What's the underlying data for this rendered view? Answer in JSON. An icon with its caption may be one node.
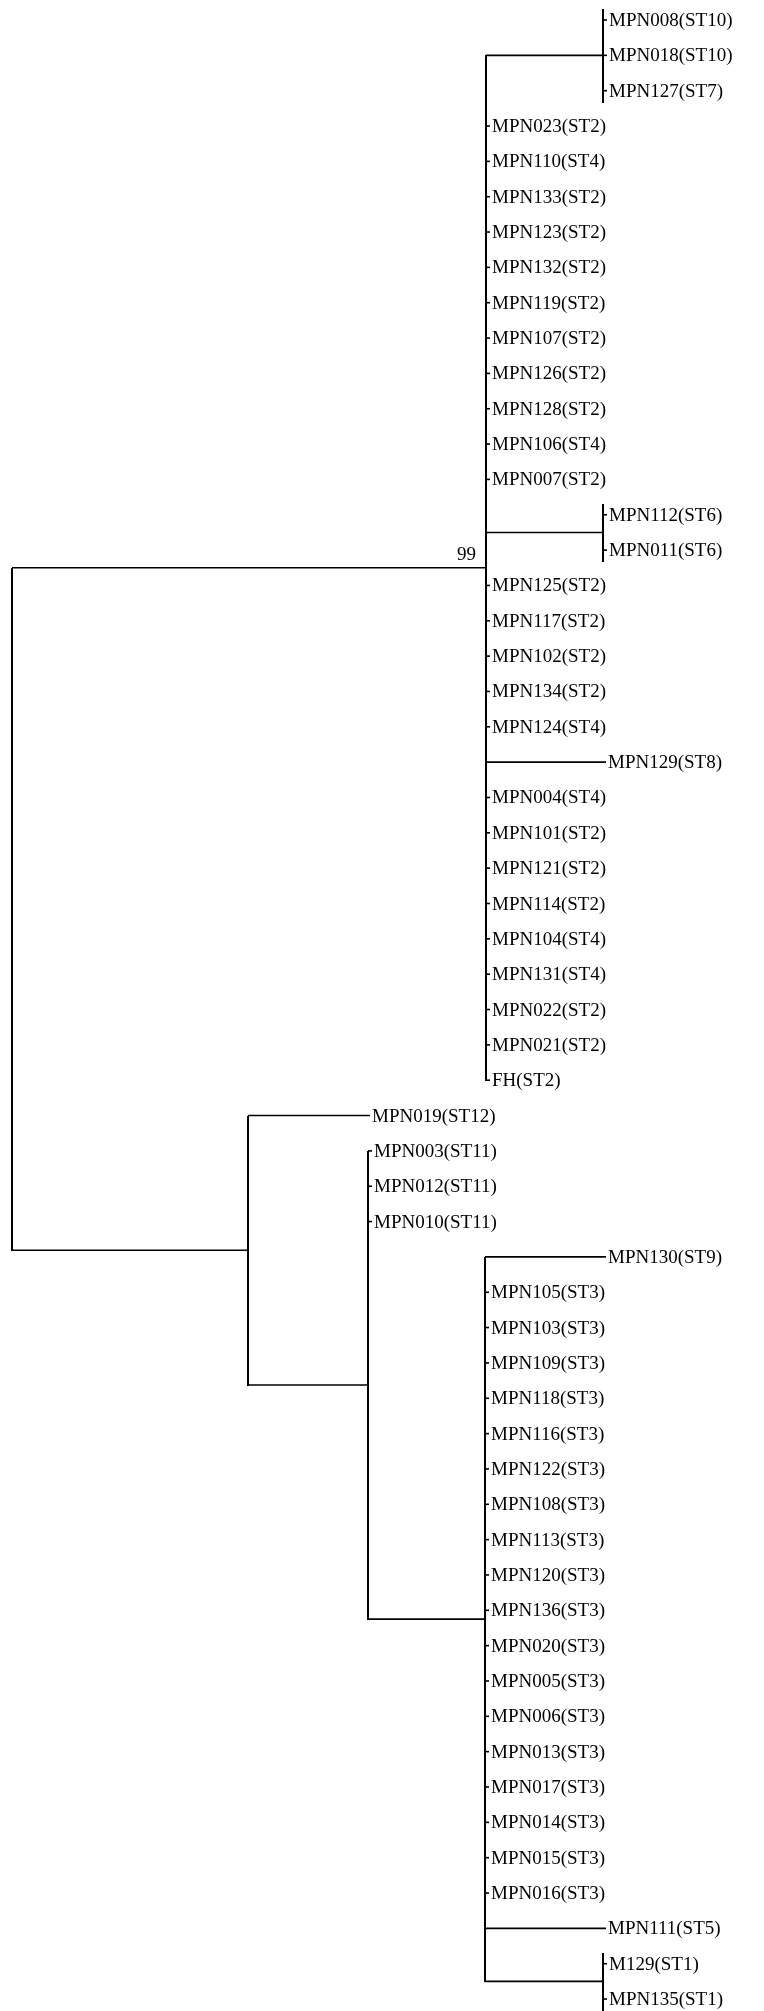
{
  "diagram": {
    "nodes": [
      {
        "text": [],
        "shape": "bar"
      },
      {
        "text": [],
        "shape": "bar",
        "beside": [
          "99"
        ]
      },
      {
        "text": [],
        "shape": "bar"
      },
      {
        "text": [
          "MPN008(ST10)"
        ]
      },
      {
        "text": [
          "MPN018(ST10)"
        ]
      },
      {
        "text": [
          "MPN127(ST7)"
        ]
      },
      {
        "text": [
          "MPN023(ST2)"
        ]
      },
      {
        "text": [
          "MPN110(ST4)"
        ]
      },
      {
        "text": [
          "MPN133(ST2)"
        ]
      },
      {
        "text": [
          "MPN123(ST2)"
        ]
      },
      {
        "text": [
          "MPN132(ST2)"
        ]
      },
      {
        "text": [
          "MPN119(ST2)"
        ]
      },
      {
        "text": [
          "MPN107(ST2)"
        ]
      },
      {
        "text": [
          "MPN126(ST2)"
        ]
      },
      {
        "text": [
          "MPN128(ST2)"
        ]
      },
      {
        "text": [
          "MPN106(ST4)"
        ]
      },
      {
        "text": [
          "MPN007(ST2)"
        ]
      },
      {
        "text": [],
        "shape": "bar"
      },
      {
        "text": [
          "MPN112(ST6)"
        ]
      },
      {
        "text": [
          "MPN011(ST6)"
        ]
      },
      {
        "text": [
          "MPN125(ST2)"
        ]
      },
      {
        "text": [
          "MPN117(ST2)"
        ]
      },
      {
        "text": [
          "MPN102(ST2)"
        ]
      },
      {
        "text": [
          "MPN134(ST2)"
        ]
      },
      {
        "text": [
          "MPN124(ST4)"
        ]
      },
      {
        "text": [
          "MPN129(ST8)"
        ]
      },
      {
        "text": [
          "MPN004(ST4)"
        ]
      },
      {
        "text": [
          "MPN101(ST2)"
        ]
      },
      {
        "text": [
          "MPN121(ST2)"
        ]
      },
      {
        "text": [
          "MPN114(ST2)"
        ]
      },
      {
        "text": [
          "MPN104(ST4)"
        ]
      },
      {
        "text": [
          "MPN131(ST4)"
        ]
      },
      {
        "text": [
          "MPN022(ST2)"
        ]
      },
      {
        "text": [
          "MPN021(ST2)"
        ]
      },
      {
        "text": [
          "FH(ST2)"
        ]
      },
      {
        "text": [],
        "shape": "bar"
      },
      {
        "text": [
          "MPN019(ST12)"
        ]
      },
      {
        "text": [],
        "shape": "bar"
      },
      {
        "text": [
          "MPN003(ST11)"
        ]
      },
      {
        "text": [
          "MPN012(ST11)"
        ]
      },
      {
        "text": [
          "MPN010(ST11)"
        ]
      },
      {
        "text": [],
        "shape": "bar"
      },
      {
        "text": [
          "MPN130(ST9)"
        ]
      },
      {
        "text": [
          "MPN105(ST3)"
        ]
      },
      {
        "text": [
          "MPN103(ST3)"
        ]
      },
      {
        "text": [
          "MPN109(ST3)"
        ]
      },
      {
        "text": [
          "MPN118(ST3)"
        ]
      },
      {
        "text": [
          "MPN116(ST3)"
        ]
      },
      {
        "text": [
          "MPN122(ST3)"
        ]
      },
      {
        "text": [
          "MPN108(ST3)"
        ]
      },
      {
        "text": [
          "MPN113(ST3)"
        ]
      },
      {
        "text": [
          "MPN120(ST3)"
        ]
      },
      {
        "text": [
          "MPN136(ST3)"
        ]
      },
      {
        "text": [
          "MPN020(ST3)"
        ]
      },
      {
        "text": [
          "MPN005(ST3)"
        ]
      },
      {
        "text": [
          "MPN006(ST3)"
        ]
      },
      {
        "text": [
          "MPN013(ST3)"
        ]
      },
      {
        "text": [
          "MPN017(ST3)"
        ]
      },
      {
        "text": [
          "MPN014(ST3)"
        ]
      },
      {
        "text": [
          "MPN015(ST3)"
        ]
      },
      {
        "text": [
          "MPN016(ST3)"
        ]
      },
      {
        "text": [
          "MPN111(ST5)"
        ]
      },
      {
        "text": [],
        "shape": "bar"
      },
      {
        "text": [
          "M129(ST1)"
        ]
      },
      {
        "text": [
          "MPN135(ST1)"
        ]
      }
    ],
    "edges": [
      {
        "from": 0,
        "to": 1,
        "arrow": "none"
      },
      {
        "from": 1,
        "to": 2,
        "arrow": "none"
      },
      {
        "from": 2,
        "to": 3,
        "arrow": "none"
      },
      {
        "from": 2,
        "to": 4,
        "arrow": "none"
      },
      {
        "from": 2,
        "to": 5,
        "arrow": "none"
      },
      {
        "from": 1,
        "to": 6,
        "arrow": "none"
      },
      {
        "from": 1,
        "to": 7,
        "arrow": "none"
      },
      {
        "from": 1,
        "to": 8,
        "arrow": "none"
      },
      {
        "from": 1,
        "to": 9,
        "arrow": "none"
      },
      {
        "from": 1,
        "to": 10,
        "arrow": "none"
      },
      {
        "from": 1,
        "to": 11,
        "arrow": "none"
      },
      {
        "from": 1,
        "to": 12,
        "arrow": "none"
      },
      {
        "from": 1,
        "to": 13,
        "arrow": "none"
      },
      {
        "from": 1,
        "to": 14,
        "arrow": "none"
      },
      {
        "from": 1,
        "to": 15,
        "arrow": "none"
      },
      {
        "from": 1,
        "to": 16,
        "arrow": "none"
      },
      {
        "from": 1,
        "to": 17,
        "arrow": "none"
      },
      {
        "from": 17,
        "to": 18,
        "arrow": "none"
      },
      {
        "from": 17,
        "to": 19,
        "arrow": "none"
      },
      {
        "from": 1,
        "to": 20,
        "arrow": "none"
      },
      {
        "from": 1,
        "to": 21,
        "arrow": "none"
      },
      {
        "from": 1,
        "to": 22,
        "arrow": "none"
      },
      {
        "from": 1,
        "to": 23,
        "arrow": "none"
      },
      {
        "from": 1,
        "to": 24,
        "arrow": "none"
      },
      {
        "from": 1,
        "to": 25,
        "arrow": "none"
      },
      {
        "from": 1,
        "to": 26,
        "arrow": "none"
      },
      {
        "from": 1,
        "to": 27,
        "arrow": "none"
      },
      {
        "from": 1,
        "to": 28,
        "arrow": "none"
      },
      {
        "from": 1,
        "to": 29,
        "arrow": "none"
      },
      {
        "from": 1,
        "to": 30,
        "arrow": "none"
      },
      {
        "from": 1,
        "to": 31,
        "arrow": "none"
      },
      {
        "from": 1,
        "to": 32,
        "arrow": "none"
      },
      {
        "from": 1,
        "to": 33,
        "arrow": "none"
      },
      {
        "from": 1,
        "to": 34,
        "arrow": "none"
      },
      {
        "from": 0,
        "to": 35,
        "arrow": "none"
      },
      {
        "from": 35,
        "to": 36,
        "arrow": "none"
      },
      {
        "from": 35,
        "to": 37,
        "arrow": "none"
      },
      {
        "from": 37,
        "to": 38,
        "arrow": "none"
      },
      {
        "from": 37,
        "to": 39,
        "arrow": "none"
      },
      {
        "from": 37,
        "to": 40,
        "arrow": "none"
      },
      {
        "from": 37,
        "to": 41,
        "arrow": "none"
      },
      {
        "from": 41,
        "to": 42,
        "arrow": "none"
      },
      {
        "from": 41,
        "to": 43,
        "arrow": "none"
      },
      {
        "from": 41,
        "to": 44,
        "arrow": "none"
      },
      {
        "from": 41,
        "to": 45,
        "arrow": "none"
      },
      {
        "from": 41,
        "to": 46,
        "arrow": "none"
      },
      {
        "from": 41,
        "to": 47,
        "arrow": "none"
      },
      {
        "from": 41,
        "to": 48,
        "arrow": "none"
      },
      {
        "from": 41,
        "to": 49,
        "arrow": "none"
      },
      {
        "from": 41,
        "to": 50,
        "arrow": "none"
      },
      {
        "from": 41,
        "to": 51,
        "arrow": "none"
      },
      {
        "from": 41,
        "to": 52,
        "arrow": "none"
      },
      {
        "from": 41,
        "to": 53,
        "arrow": "none"
      },
      {
        "from": 41,
        "to": 54,
        "arrow": "none"
      },
      {
        "from": 41,
        "to": 55,
        "arrow": "none"
      },
      {
        "from": 41,
        "to": 56,
        "arrow": "none"
      },
      {
        "from": 41,
        "to": 57,
        "arrow": "none"
      },
      {
        "from": 41,
        "to": 58,
        "arrow": "none"
      },
      {
        "from": 41,
        "to": 59,
        "arrow": "none"
      },
      {
        "from": 41,
        "to": 60,
        "arrow": "none"
      },
      {
        "from": 41,
        "to": 61,
        "arrow": "none"
      },
      {
        "from": 41,
        "to": 62,
        "arrow": "none"
      },
      {
        "from": 62,
        "to": 63,
        "arrow": "none"
      },
      {
        "from": 62,
        "to": 64,
        "arrow": "none"
      }
    ]
  }
}
